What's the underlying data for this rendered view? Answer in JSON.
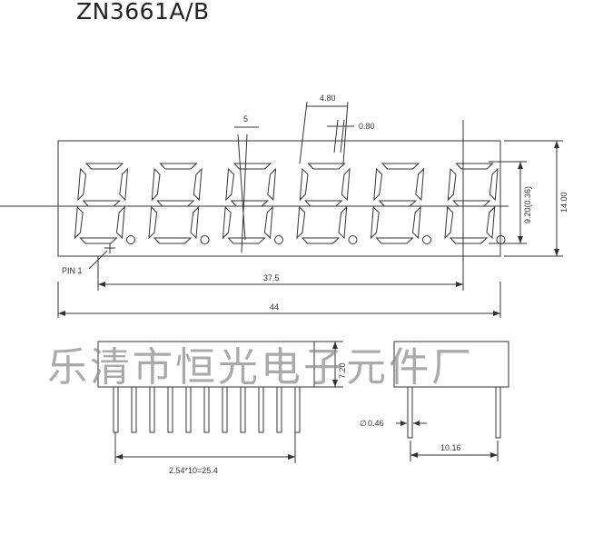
{
  "title": "ZN3661A/B",
  "digits_count": 6,
  "front_view": {
    "pin_label": "PIN 1",
    "seg_pitch": "4.80",
    "seg_width": "0.80",
    "seg_slant": "5",
    "digit_height": "9.20(0.36)",
    "body_height": "14.00",
    "pin_span": "37.5",
    "body_length": "44"
  },
  "side_view": {
    "body_height": "7.20",
    "pin_pitch": "2.54*10=25.4"
  },
  "end_view": {
    "pin_diameter": "0.46",
    "diameter_symbol": "∅",
    "row_spacing": "10.16"
  },
  "watermark": "乐清市恒光电子元件厂"
}
